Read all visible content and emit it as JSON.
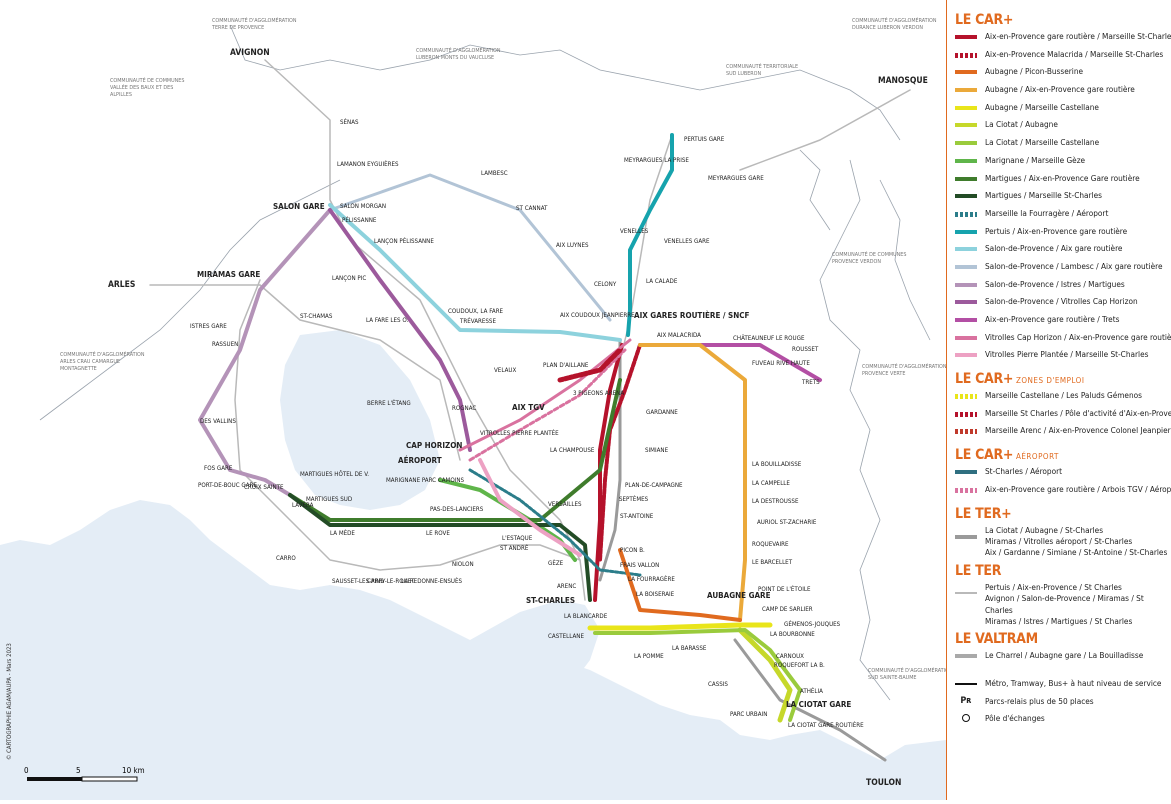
{
  "colors": {
    "accent": "#e06a1f"
  },
  "map": {
    "communes": [
      "Communauté d'Agglomération Terre de Provence",
      "Communauté d'Agglomération Luberon Monts du Vaucluse",
      "Communauté d'Agglomération Durance Luberon Verdon",
      "Communauté Territoriale Sud Luberon",
      "Communauté de Communes Vallée des Baux et des Alpilles",
      "Communauté de Communes Provence Verdon",
      "Communauté d'Agglomération Arles Crau Camargue Montagnette",
      "Communauté d'Agglomération Provence Verte",
      "Communauté d'Agglomération Sud Sainte-Baume"
    ],
    "destinations": [
      "AVIGNON",
      "MANOSQUE",
      "ARLES",
      "TOULON"
    ],
    "places": [
      "SÉNAS",
      "LAMANON EYGUIÈRES",
      "SALON GARE",
      "SALON MORGAN",
      "PÉLISSANNE",
      "LANÇON PÉLISSANNE",
      "LAMBESC",
      "ST CANNAT",
      "AIX LUYNES",
      "MEYRARGUES LA PRISE",
      "MEYRARGUES GARE",
      "PERTUIS GARE",
      "VENELLES",
      "VENELLES GARE",
      "LA CALADE",
      "CELONY",
      "MIRAMAS GARE",
      "LANÇON PIC",
      "ST-CHAMAS",
      "LA FARE LES O.",
      "COUDOUX, LA FARE",
      "TRÉVARESSE",
      "AIX COUDOUX JEANPIERRE",
      "AIX GARES ROUTIÈRE / SNCF",
      "AIX MALACRIDA",
      "CHÂTEAUNEUF LE ROUGE",
      "ROUSSET",
      "TRETS",
      "ISTRES GARE",
      "RASSUEN",
      "VELAUX",
      "PLAN D'AILLANE",
      "3 PIGEONS ARENA",
      "AIX TGV",
      "ROGNAC",
      "BERRE L'ÉTANG",
      "FUVEAU RIVE HAUTE",
      "GARDANNE",
      "SIMIANE",
      "LA CHAMPOUSE",
      "DES VALLINS",
      "CAP HORIZON",
      "AÉROPORT",
      "VITROLLES PIERRE PLANTÉE",
      "MARIGNANE PARC CAMOINS",
      "LA BOUILLADISSE",
      "LA CAMPELLE",
      "LA DESTROUSSE",
      "AURIOL ST-ZACHARIE",
      "ROQUEVAIRE",
      "LE BARCELLET",
      "FOS GARE",
      "PORT-DE-BOUC GARE",
      "CROIX SAINTE",
      "MARTIGUES HÔTEL DE V.",
      "MARTIGUES SUD",
      "LAVÉRA",
      "LA MÈDE",
      "LE ROVE",
      "PAS-DES-LANCIERS",
      "VERSAILLES",
      "PLAN-DE-CAMPAGNE",
      "SEPTÈMES",
      "ST-ANTOINE",
      "L'ESTAQUE",
      "ST ANDRÉ",
      "NIOLON",
      "CARRO",
      "SAUSSET-LES-PINS",
      "CARRY-LE-ROUET",
      "LA REDONNE-ENSUÈS",
      "GÈZE",
      "ARENC",
      "ST-CHARLES",
      "PICON B.",
      "FRAIS VALLON",
      "LA FOURRAGÈRE",
      "LA BOISERAIE",
      "POINT DE L'ÉTOILE",
      "AUBAGNE GARE",
      "CAMP DE SARLIER",
      "GÉMENOS-JOUQUES",
      "LA BOURBONNE",
      "LA BLANCARDE",
      "CASTELLANE",
      "LA POMME",
      "LA BARASSE",
      "CASSIS",
      "CARNOUX",
      "ROQUEFORT LA B.",
      "ATHÉLIA",
      "LA CIOTAT GARE",
      "PARC URBAIN",
      "LA CIOTAT GARE ROUTIÈRE"
    ],
    "scale": {
      "ticks": [
        "0",
        "5",
        "10 km"
      ]
    },
    "credit": "© CARTOGRAPHIE AGAM/AUPA - Mars 2023"
  },
  "legend": {
    "sections": [
      {
        "title": "LE CAR+",
        "subtitle": "",
        "items": [
          {
            "label": "Aix-en-Provence gare routière / Marseille St-Charles",
            "color": "#b5122b",
            "style": "solid"
          },
          {
            "label": "Aix-en-Provence Malacrida / Marseille St-Charles",
            "color": "#b5122b",
            "style": "dash"
          },
          {
            "label": "Aubagne / Picon-Busserine",
            "color": "#e06a1f",
            "style": "solid"
          },
          {
            "label": "Aubagne / Aix-en-Provence gare routière",
            "color": "#eba93a",
            "style": "solid"
          },
          {
            "label": "Aubagne / Marseille Castellane",
            "color": "#e9e51a",
            "style": "solid"
          },
          {
            "label": "La Ciotat / Aubagne",
            "color": "#c6d82a",
            "style": "solid"
          },
          {
            "label": "La Ciotat / Marseille Castellane",
            "color": "#9acb3c",
            "style": "solid"
          },
          {
            "label": "Marignane / Marseille Gèze",
            "color": "#5fb54a",
            "style": "solid"
          },
          {
            "label": "Martigues / Aix-en-Provence Gare routière",
            "color": "#3f7c2c",
            "style": "solid"
          },
          {
            "label": "Martigues / Marseille St-Charles",
            "color": "#234c26",
            "style": "solid"
          },
          {
            "label": "Marseille la Fourragère / Aéroport",
            "color": "#2b7d8a",
            "style": "dash"
          },
          {
            "label": "Pertuis / Aix-en-Provence gare routière",
            "color": "#16a3ad",
            "style": "solid"
          },
          {
            "label": "Salon-de-Provence / Aix gare routière",
            "color": "#8dd2dd",
            "style": "solid"
          },
          {
            "label": "Salon-de-Provence / Lambesc / Aix gare routière",
            "color": "#b2c4d6",
            "style": "solid"
          },
          {
            "label": "Salon-de-Provence / Istres / Martigues",
            "color": "#b493b8",
            "style": "solid"
          },
          {
            "label": "Salon-de-Provence / Vitrolles Cap Horizon",
            "color": "#9c5a9c",
            "style": "solid"
          },
          {
            "label": "Aix-en-Provence gare routière / Trets",
            "color": "#b34fa4",
            "style": "solid"
          },
          {
            "label": "Vitrolles Cap Horizon / Aix-en-Provence gare routière",
            "color": "#d9729f",
            "style": "solid"
          },
          {
            "label": "Vitrolles Pierre Plantée / Marseille St-Charles",
            "color": "#eda1c3",
            "style": "solid"
          }
        ]
      },
      {
        "title": "LE CAR+",
        "subtitle": "ZONES D'EMPLOI",
        "items": [
          {
            "label": "Marseille Castellane / Les Paluds Gémenos",
            "color": "#e9e51a",
            "style": "dash"
          },
          {
            "label": "Marseille St Charles / Pôle d'activité d'Aix-en-Provence",
            "color": "#b5122b",
            "style": "dash"
          },
          {
            "label": "Marseille Arenc / Aix-en-Provence Colonel Jeanpierre",
            "color": "#c0392b",
            "style": "dash"
          }
        ]
      },
      {
        "title": "LE CAR+",
        "subtitle": "AÉROPORT",
        "items": [
          {
            "label": "St-Charles / Aéroport",
            "color": "#2f6f80",
            "style": "solid"
          },
          {
            "label": "Aix-en-Provence gare routière / Arbois TGV / Aéroport",
            "color": "#d9729f",
            "style": "dash"
          }
        ]
      },
      {
        "title": "LE TER+",
        "subtitle": "",
        "items": [
          {
            "label": "La Ciotat / Aubagne / St-Charles\nMiramas / Vitrolles aéroport / St-Charles\nAix / Gardanne / Simiane / St-Antoine / St-Charles",
            "color": "#9a9a9a",
            "style": "solid"
          }
        ]
      },
      {
        "title": "LE TER",
        "subtitle": "",
        "items": [
          {
            "label": "Pertuis / Aix-en-Provence / St Charles\nAvignon / Salon-de-Provence / Miramas / St Charles\nMiramas / Istres / Martigues / St Charles",
            "color": "#b9b9b9",
            "style": "thin"
          }
        ]
      },
      {
        "title": "LE VALTRAM",
        "subtitle": "",
        "items": [
          {
            "label": "Le Charrel / Aubagne gare / La Bouilladisse",
            "color": "#a9a9a9",
            "style": "solid"
          }
        ]
      }
    ],
    "symbols": [
      {
        "icon": "bus-line-icon",
        "label": "Métro, Tramway, Bus+ à haut niveau de service"
      },
      {
        "icon": "park-ride-icon",
        "label": "Parcs-relais plus de 50 places"
      },
      {
        "icon": "hub-icon",
        "label": "Pôle d'échanges"
      }
    ]
  }
}
